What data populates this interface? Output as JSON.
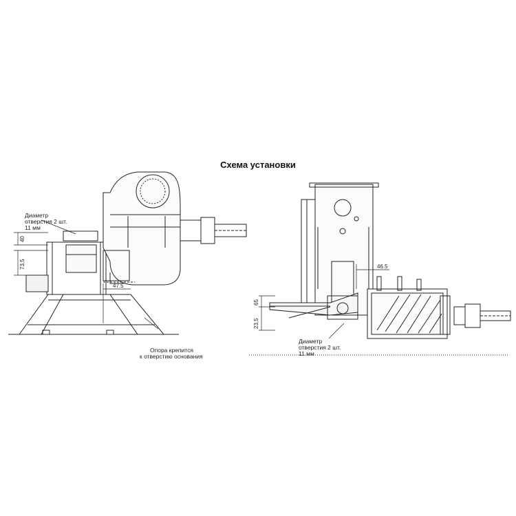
{
  "title": "Схема установки",
  "left_view": {
    "hole_note": [
      "Диаметр",
      "отверстия 2 шт.",
      "11 мм"
    ],
    "support_note": [
      "Опора крепится",
      "к отверстию основания"
    ],
    "dims": {
      "d40": "40",
      "d73_5": "73,5",
      "d47_5": "47.5"
    }
  },
  "right_view": {
    "hole_note": [
      "Диаметр",
      "отверстия 2 шт.",
      "11 мм"
    ],
    "dims": {
      "d46_5": "46.5",
      "d65": "65",
      "d23_5": "23,5"
    }
  }
}
